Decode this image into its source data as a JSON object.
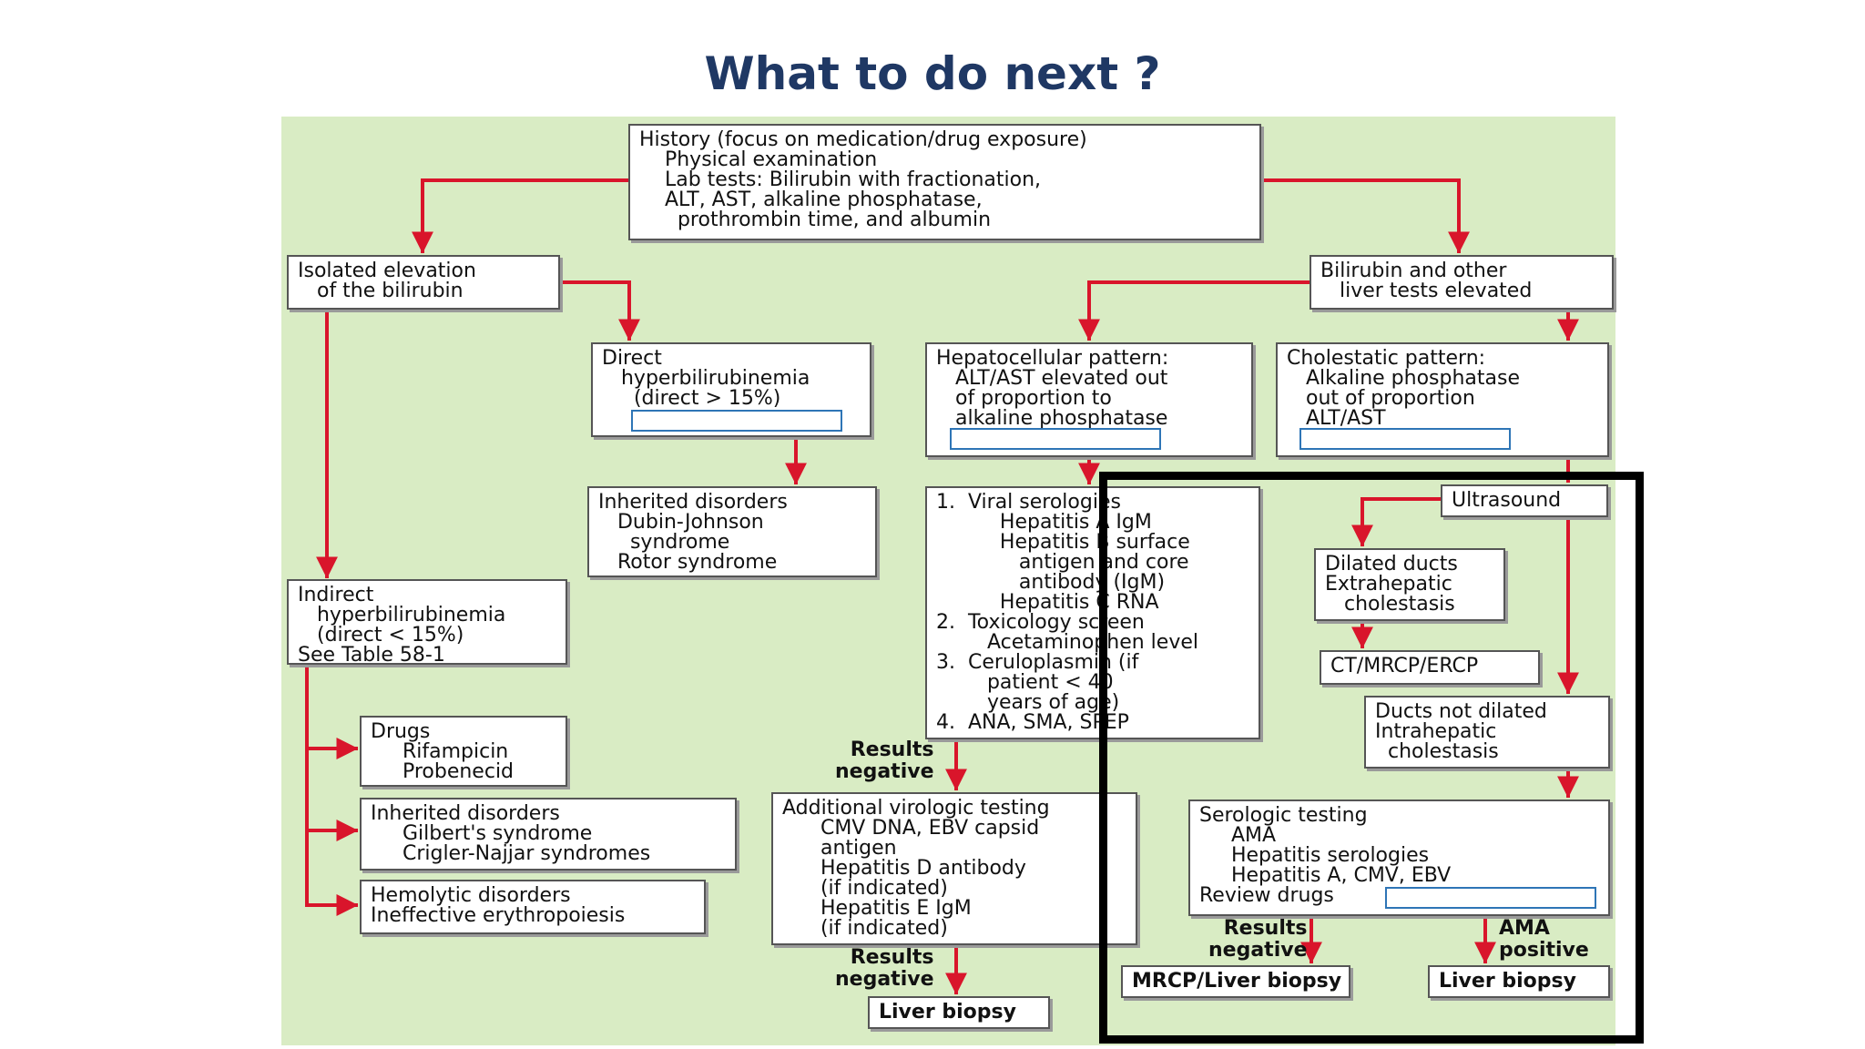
{
  "title": "What to do next ?",
  "nodes": {
    "history": "History (focus on medication/drug exposure)\n    Physical examination\n    Lab tests: Bilirubin with fractionation,\n    ALT, AST, alkaline phosphatase,\n      prothrombin time, and albumin",
    "isolated": "Isolated elevation\n   of the bilirubin",
    "bilirubin_other": "Bilirubin and other\n   liver tests elevated",
    "direct": "Direct\n   hyperbilirubinemia\n     (direct > 15%)",
    "hepatocellular": "Hepatocellular pattern:\n   ALT/AST elevated out\n   of proportion to\n   alkaline phosphatase",
    "cholestatic": "Cholestatic pattern:\n   Alkaline phosphatase\n   out of proportion\n   ALT/AST",
    "inherited_direct": "Inherited disorders\n   Dubin-Johnson\n     syndrome\n   Rotor syndrome",
    "viral": "1.  Viral serologies\n          Hepatitis A IgM\n          Hepatitis B surface\n             antigen and core\n             antibody (IgM)\n          Hepatitis C RNA\n2.  Toxicology screen\n        Acetaminophen level\n3.  Ceruloplasmin (if\n        patient < 40\n        years of age)\n4.  ANA, SMA, SPEP",
    "ultrasound": "Ultrasound",
    "indirect": "Indirect\n   hyperbilirubinemia\n   (direct < 15%)\nSee Table 58-1",
    "dilated": "Dilated ducts\nExtrahepatic\n   cholestasis",
    "ctmrcp": "CT/MRCP/ERCP",
    "not_dilated": "Ducts not dilated\nIntrahepatic\n  cholestasis",
    "drugs": "Drugs\n     Rifampicin\n     Probenecid",
    "inherited_indirect": "Inherited disorders\n     Gilbert's syndrome\n     Crigler-Najjar syndromes",
    "hemolytic": "Hemolytic disorders\nIneffective erythropoiesis",
    "additional": "Additional virologic testing\n      CMV DNA, EBV capsid\n      antigen\n      Hepatitis D antibody\n      (if indicated)\n      Hepatitis E IgM\n      (if indicated)",
    "serologic": "Serologic testing\n     AMA\n     Hepatitis serologies\n     Hepatitis A, CMV, EBV\nReview drugs",
    "mrcp_biopsy": "MRCP/Liver biopsy",
    "liver_biopsy_right": "Liver biopsy",
    "liver_biopsy_bottom": "Liver biopsy"
  },
  "labels": {
    "results_negative_1": "Results\nnegative",
    "results_negative_2": "Results\nnegative",
    "results_negative_3": "Results\nnegative",
    "ama_positive": "AMA\npositive"
  },
  "colors": {
    "background": "#d9ecc4",
    "arrow": "#d9152b",
    "title": "#1f3864",
    "placeholder_border": "#2e75b6",
    "highlight_frame": "#000000"
  }
}
